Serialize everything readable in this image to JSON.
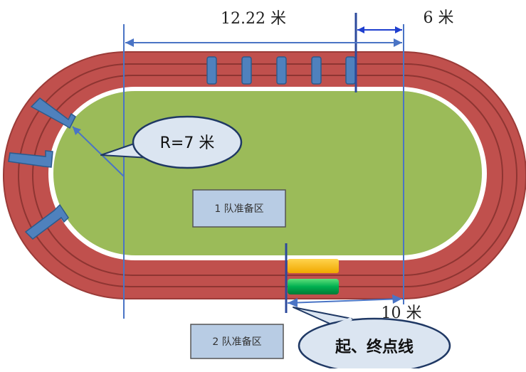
{
  "labels": {
    "straight_length": "12.22 米",
    "lane_width": "6 米",
    "radius": "R=7 米",
    "zone_1": "1 队准备区",
    "zone_2": "2 队准备区",
    "offset": "10 米",
    "start_finish": "起、终点线"
  },
  "colors": {
    "track": "#c0504d",
    "track_dark": "#9b3b38",
    "field": "#9bbb59",
    "field_border": "#ffffff",
    "guide_line": "#4a74c5",
    "marker": "#4f81bd",
    "callout_fill": "#dbe5f1",
    "zone_fill": "#b8cce4",
    "bar_yellow": "#ffc000",
    "bar_green": "#00b050"
  }
}
